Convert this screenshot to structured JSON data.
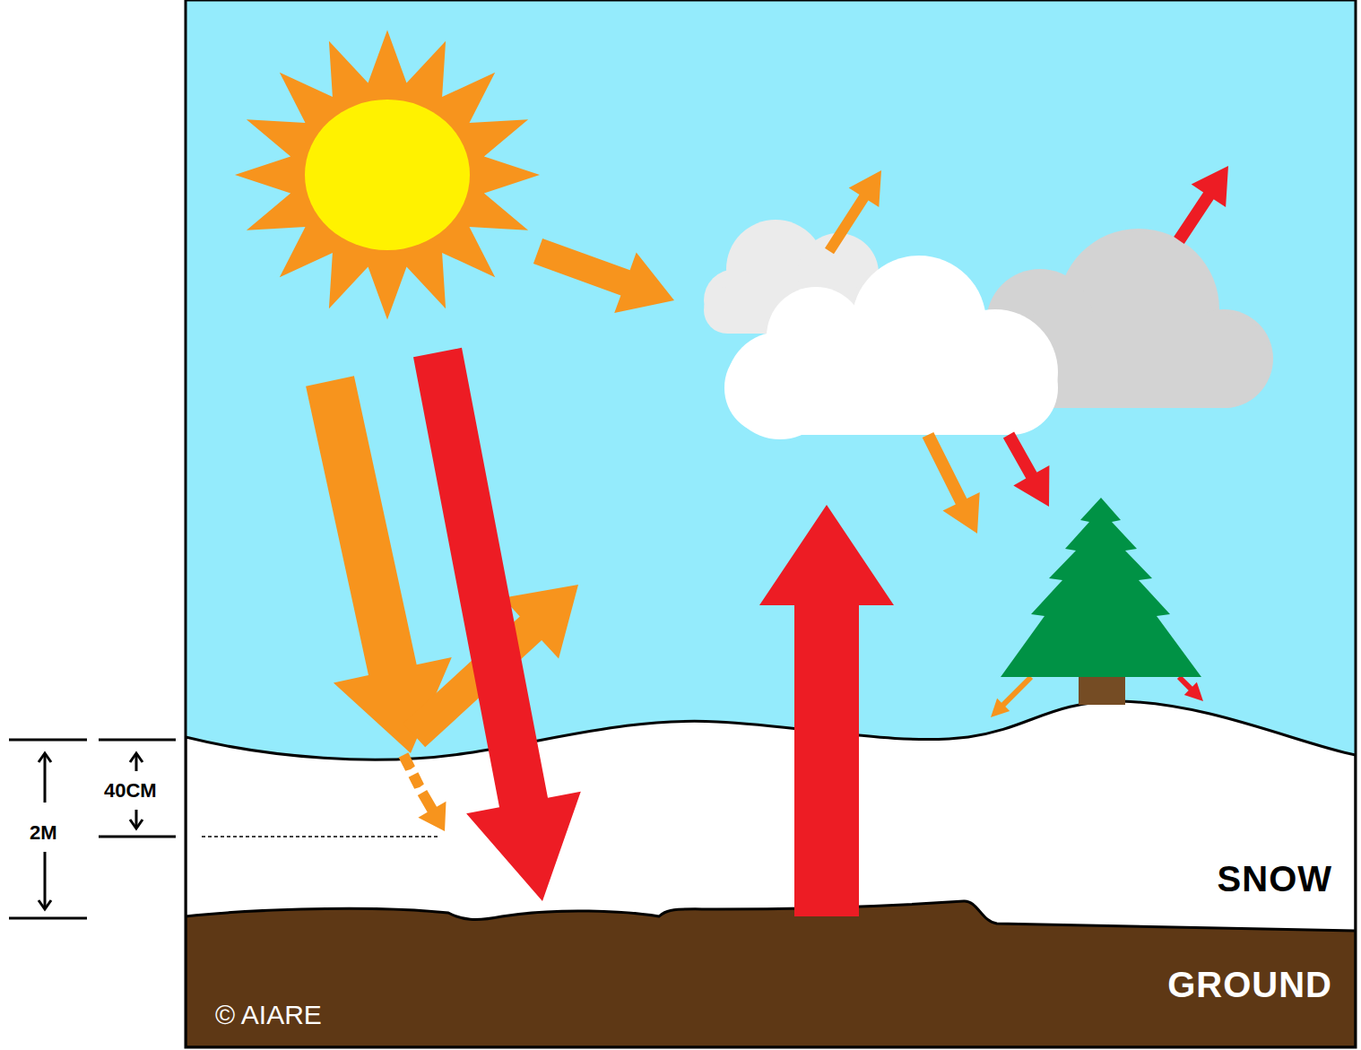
{
  "diagram": {
    "nodes": [
      {
        "text": [
          "SNOW"
        ]
      },
      {
        "text": [
          "GROUND"
        ]
      }
    ],
    "labels": [
      "40CM",
      "2M",
      "© AIARE"
    ]
  }
}
